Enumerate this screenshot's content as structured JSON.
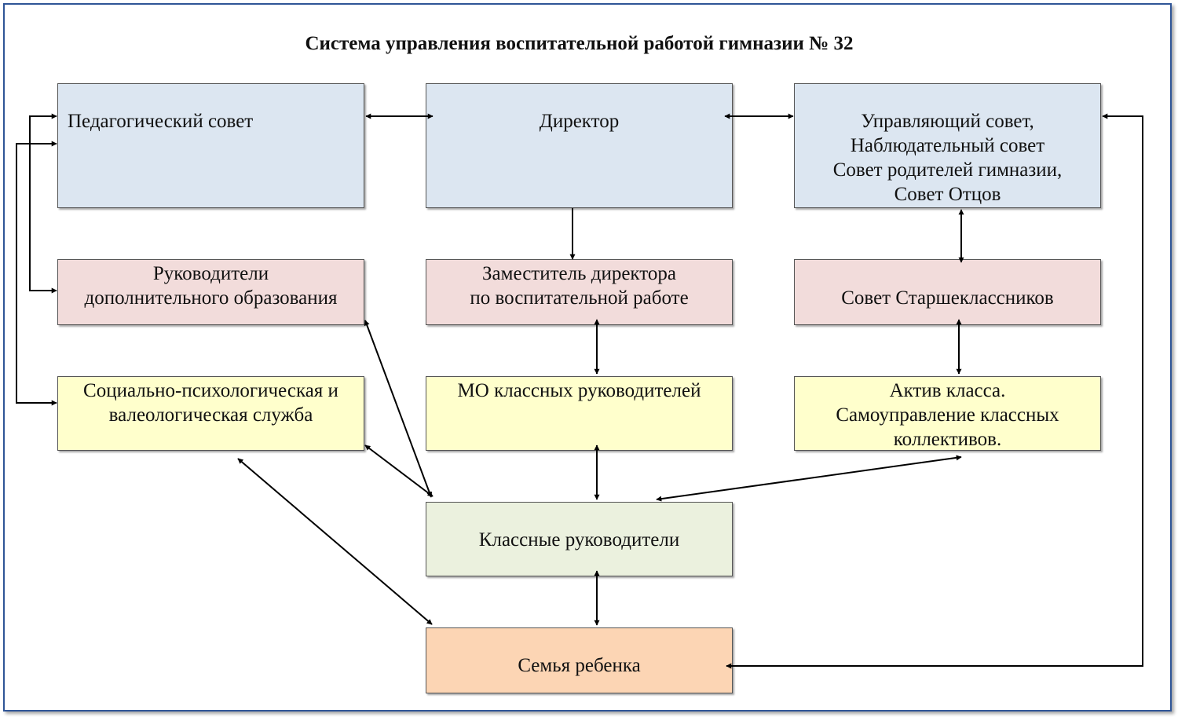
{
  "title": "Система управления воспитательной работой гимназии № 32",
  "colors": {
    "frame": "#2f5597",
    "box_blue": "#dce6f1",
    "box_pink": "#f2dcdb",
    "box_yellow": "#ffffcc",
    "box_gray": "#ebf1de",
    "box_orange": "#fcd5b4",
    "arrow": "#000000"
  },
  "nodes": {
    "ped_council": "Педагогический совет",
    "director": "Директор",
    "governing": "Управляющий совет,\nНаблюдательный совет\nСовет родителей гимназии,\nСовет Отцов",
    "dop_heads": "Руководители\nдополнительного образования",
    "deputy": "Заместитель директора\nпо воспитательной работе",
    "senior_council": "Совет Старшеклассников",
    "social_service": "Социально-психологическая и\nвалеологическая служба",
    "mo_class": "МО классных руководителей",
    "class_activ": "Актив класса.\nСамоуправление классных\nколлективов.",
    "class_teachers": "Классные руководители",
    "family": "Семья ребенка"
  }
}
